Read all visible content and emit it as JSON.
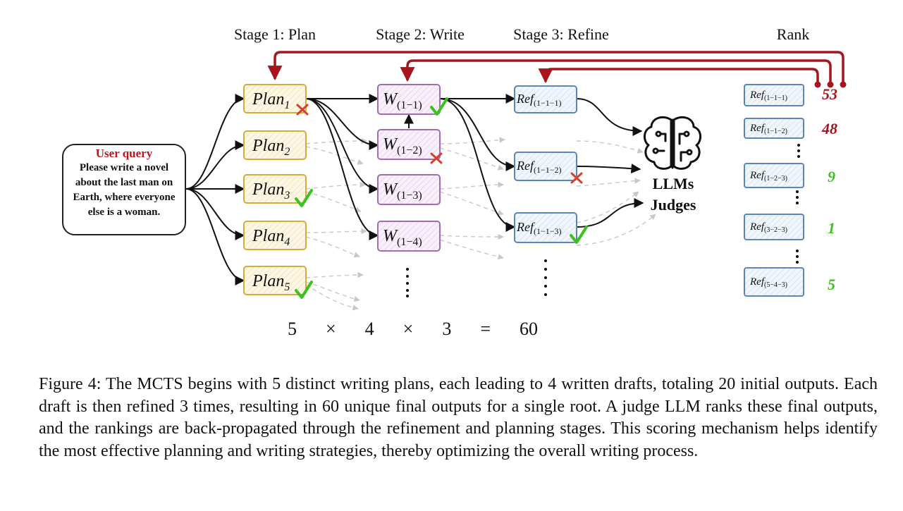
{
  "stages": {
    "plan": "Stage 1: Plan",
    "write": "Stage 2: Write",
    "refine": "Stage 3: Refine",
    "rank": "Rank"
  },
  "user_query": {
    "title": "User query",
    "text": "Please write a novel about the last man on Earth, where everyone else is a woman."
  },
  "plans": [
    {
      "base": "Plan",
      "sub": "1",
      "mark": "cross"
    },
    {
      "base": "Plan",
      "sub": "2",
      "mark": ""
    },
    {
      "base": "Plan",
      "sub": "3",
      "mark": "check"
    },
    {
      "base": "Plan",
      "sub": "4",
      "mark": ""
    },
    {
      "base": "Plan",
      "sub": "5",
      "mark": "check"
    }
  ],
  "writes": [
    {
      "base": "W",
      "sub": "(1−1)",
      "mark": "check"
    },
    {
      "base": "W",
      "sub": "(1−2)",
      "mark": "cross"
    },
    {
      "base": "W",
      "sub": "(1−3)",
      "mark": ""
    },
    {
      "base": "W",
      "sub": "(1−4)",
      "mark": ""
    }
  ],
  "refines": [
    {
      "base": "Ref",
      "sub": "(1−1−1)",
      "mark": ""
    },
    {
      "base": "Ref",
      "sub": "(1−1−2)",
      "mark": "cross"
    },
    {
      "base": "Ref",
      "sub": "(1−1−3)",
      "mark": "check"
    }
  ],
  "judges": {
    "line1": "LLMs",
    "line2": "Judges",
    "icon": "brain-icon"
  },
  "ranks": [
    {
      "base": "Ref",
      "sub": "(1−1−1)",
      "value": "53",
      "color": "#a8141c"
    },
    {
      "base": "Ref",
      "sub": "(1−1−2)",
      "value": "48",
      "color": "#a8141c"
    },
    {
      "base": "Ref",
      "sub": "(1−2−3)",
      "value": "9",
      "color": "#3cc21e"
    },
    {
      "base": "Ref",
      "sub": "(3−2−3)",
      "value": "1",
      "color": "#3cc21e"
    },
    {
      "base": "Ref",
      "sub": "(5−4−3)",
      "value": "5",
      "color": "#3cc21e"
    }
  ],
  "equation": {
    "a": "5",
    "op1": "×",
    "b": "4",
    "op2": "×",
    "c": "3",
    "eq": "=",
    "result": "60"
  },
  "colors": {
    "plan_stroke": "#d9a93a",
    "plan_fill": "#fdf6e3",
    "write_stroke": "#a36ab8",
    "write_fill": "#f6eef9",
    "refine_stroke": "#5b86bd",
    "refine_fill": "#eef4fb",
    "backprop": "#a8141c",
    "check": "#3cc21e",
    "cross": "#d9402b"
  },
  "caption": "Figure 4: The MCTS begins with 5 distinct writing plans, each leading to 4 written drafts, totaling 20 initial outputs. Each draft is then refined 3 times, resulting in 60 unique final outputs for a single root. A judge LLM ranks these final outputs, and the rankings are back-propagated through the refinement and planning stages. This scoring mechanism helps identify the most effective planning and writing strategies, thereby optimizing the overall writing process."
}
